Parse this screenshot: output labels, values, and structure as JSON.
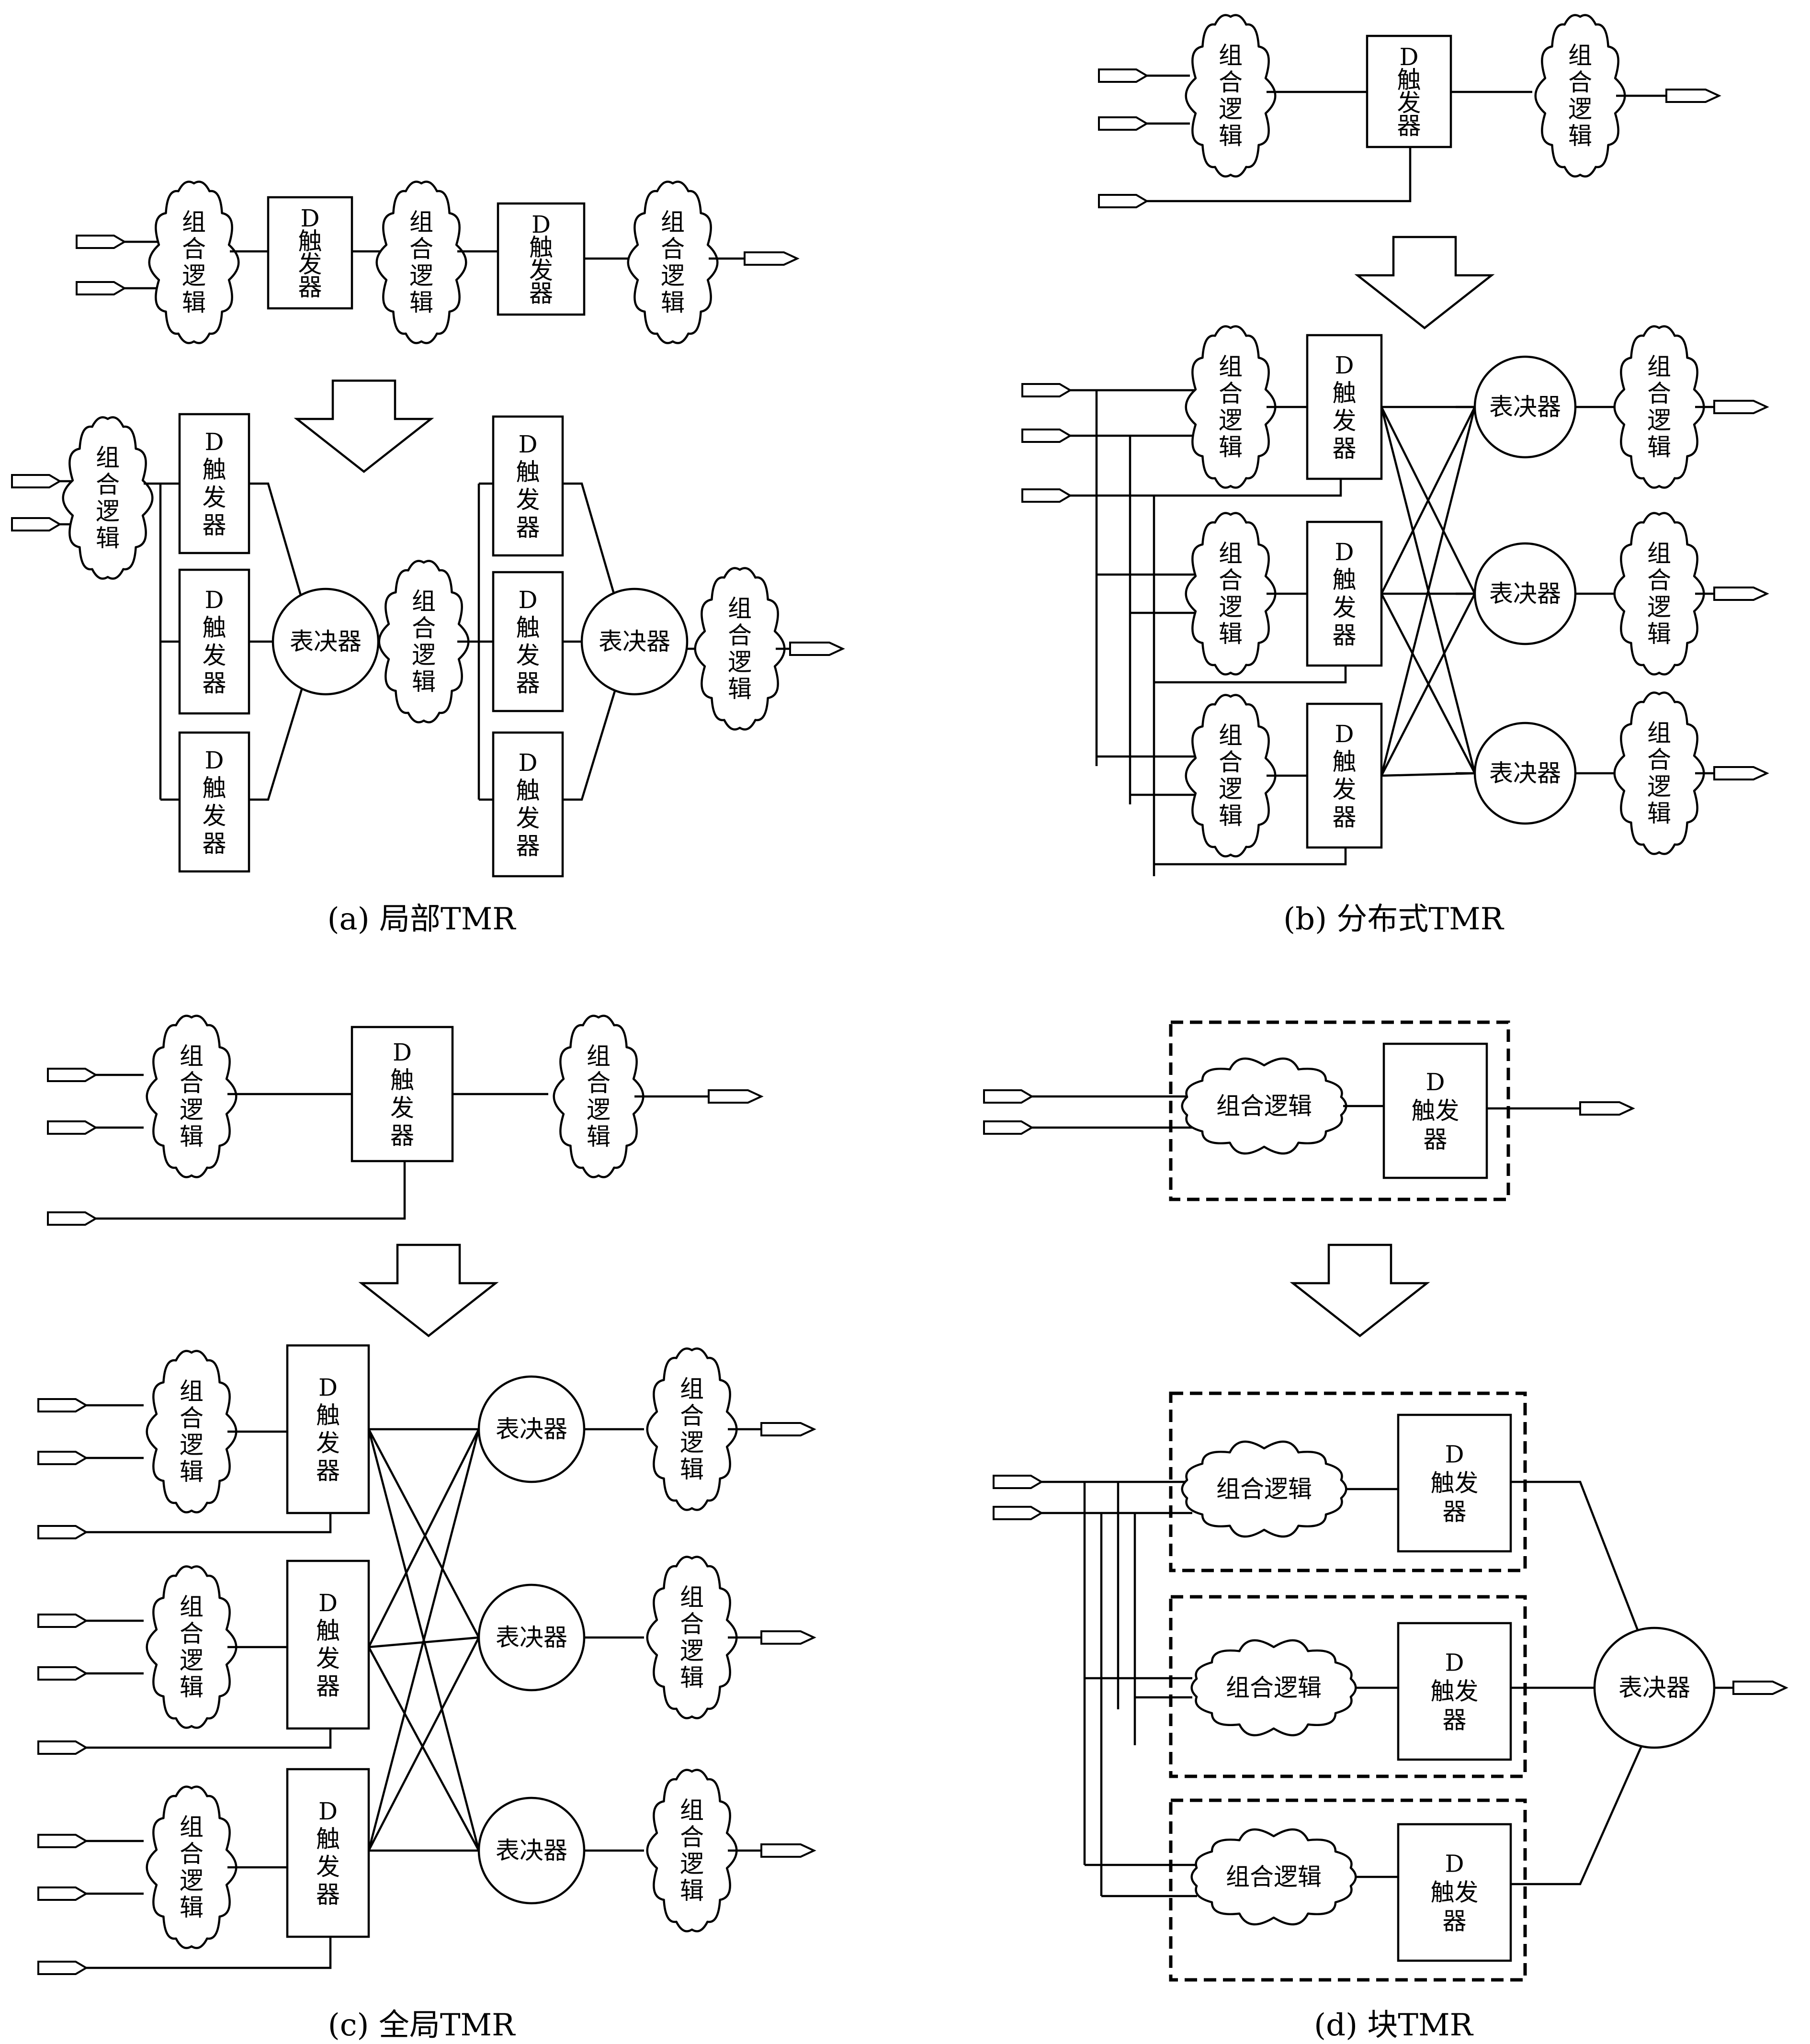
{
  "labels": {
    "cloud": "组合逻辑",
    "ff_line1": "D",
    "ff_line2": "触",
    "ff_line3": "发",
    "ff_line4": "器",
    "ff_rest": "触发",
    "voter": "表决器"
  },
  "captions": {
    "a": "(a) 局部TMR",
    "b": "(b) 分布式TMR",
    "c": "(c) 全局TMR",
    "d": "(d) 块TMR"
  }
}
